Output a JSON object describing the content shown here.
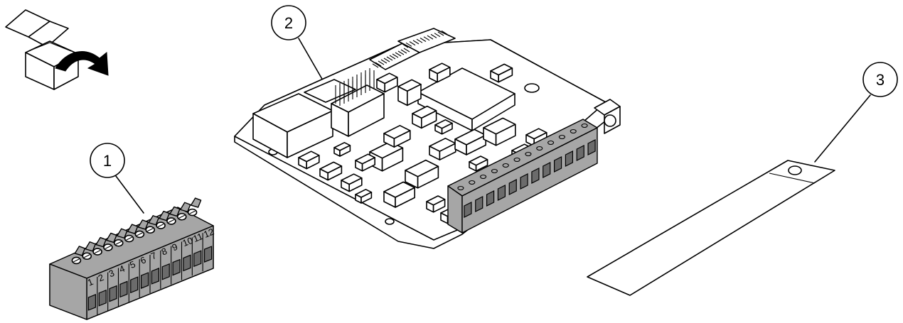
{
  "callouts": {
    "connector": "1",
    "circuit_board": "2",
    "label_strip": "3"
  },
  "connector_pins": [
    "1",
    "2",
    "3",
    "4",
    "5",
    "6",
    "7",
    "8",
    "9",
    "10",
    "11",
    "12"
  ],
  "icons": {
    "unpack": "open-box-icon"
  },
  "colors": {
    "line": "#000000",
    "terminal_block": "#a6a6a6",
    "background": "#ffffff"
  }
}
